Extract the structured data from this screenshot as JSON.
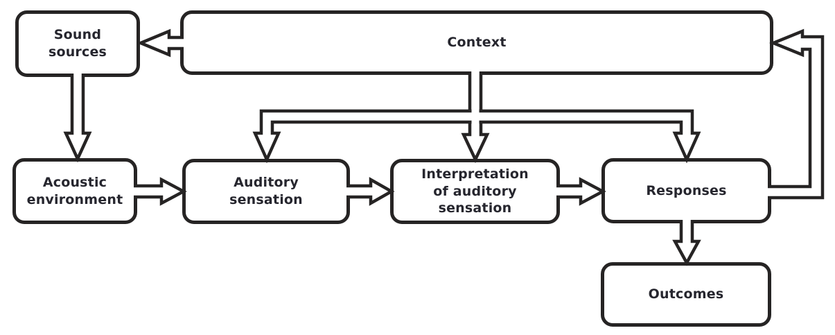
{
  "diagram": {
    "background_color": "#ffffff",
    "line_color": "#262424",
    "text_color": "#26262e",
    "nodes": {
      "sound_sources": {
        "label": "Sound\nsources"
      },
      "context": {
        "label": "Context"
      },
      "acoustic_environment": {
        "label": "Acoustic\nenvironment"
      },
      "auditory_sensation": {
        "label": "Auditory\nsensation"
      },
      "interpretation": {
        "label": "Interpretation\nof auditory\nsensation"
      },
      "responses": {
        "label": "Responses"
      },
      "outcomes": {
        "label": "Outcomes"
      }
    },
    "edges": [
      {
        "from": "context",
        "to": "sound_sources"
      },
      {
        "from": "sound_sources",
        "to": "acoustic_environment"
      },
      {
        "from": "acoustic_environment",
        "to": "auditory_sensation"
      },
      {
        "from": "auditory_sensation",
        "to": "interpretation"
      },
      {
        "from": "interpretation",
        "to": "responses"
      },
      {
        "from": "context",
        "to": "auditory_sensation"
      },
      {
        "from": "context",
        "to": "interpretation"
      },
      {
        "from": "context",
        "to": "responses"
      },
      {
        "from": "responses",
        "to": "outcomes"
      },
      {
        "from": "responses",
        "to": "context",
        "type": "feedback"
      }
    ]
  }
}
